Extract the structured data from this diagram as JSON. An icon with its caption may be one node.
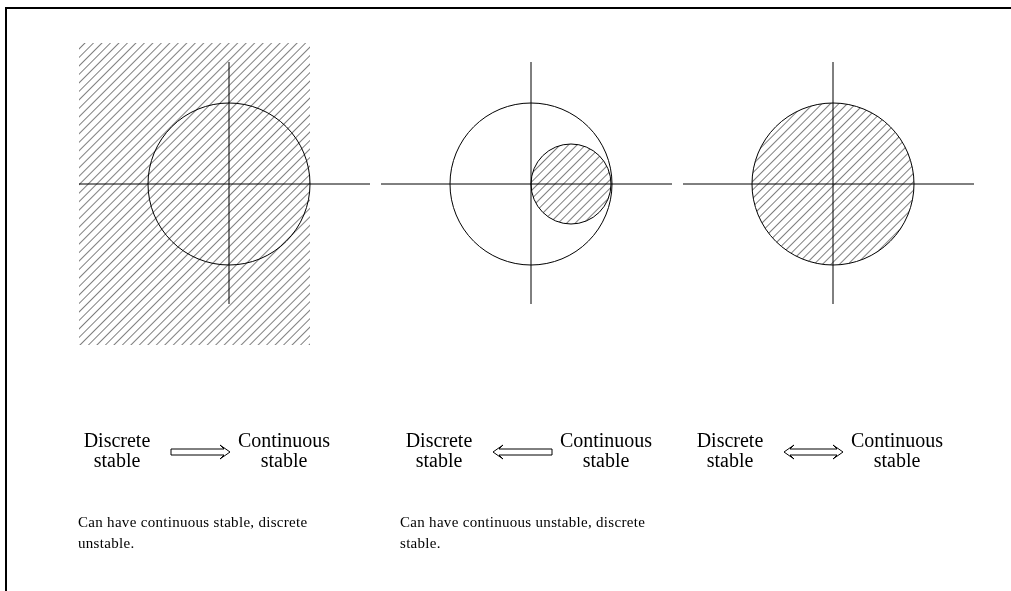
{
  "diagram": {
    "nodes": [
      {
        "text": [
          "Discrete stable"
        ]
      },
      {
        "text": [
          "Continuous stable"
        ]
      },
      {
        "text": [
          "Discrete stable"
        ]
      },
      {
        "text": [
          "Continuous stable"
        ]
      },
      {
        "text": [
          "Discrete stable"
        ]
      },
      {
        "text": [
          "Continuous stable"
        ]
      }
    ],
    "edges": [
      {
        "from": 0,
        "to": 1,
        "arrow": "to"
      },
      {
        "from": 3,
        "to": 2,
        "arrow": "to"
      },
      {
        "from": 4,
        "to": 5,
        "arrow": "both"
      }
    ],
    "labels": [
      "Can have continuous stable, discrete unstable.",
      "Can have continuous unstable, discrete stable."
    ]
  }
}
